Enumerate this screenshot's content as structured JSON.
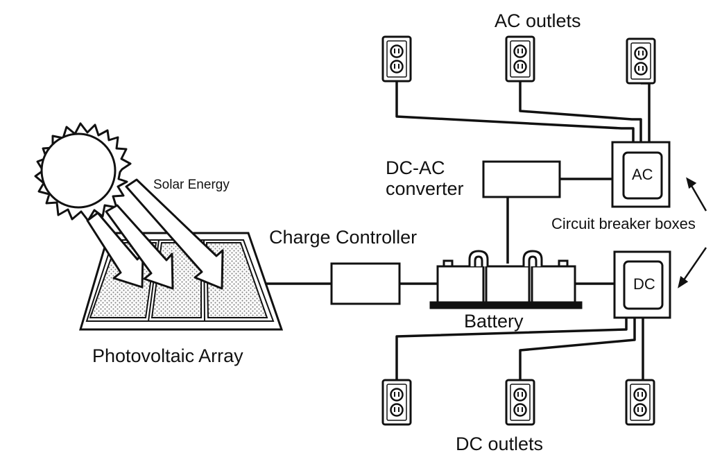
{
  "labels": {
    "ac_outlets": "AC outlets",
    "dc_outlets": "DC outlets",
    "dc_ac_converter_line1": "DC-AC",
    "dc_ac_converter_line2": "converter",
    "solar_energy": "Solar Energy",
    "charge_controller": "Charge Controller",
    "circuit_breaker_boxes": "Circuit breaker boxes",
    "battery": "Battery",
    "photovoltaic_array": "Photovoltaic Array",
    "ac_box": "AC",
    "dc_box": "DC"
  },
  "colors": {
    "ink": "#111111",
    "background": "#ffffff",
    "panel_texture": "#9a9a9a"
  },
  "icons": {
    "sun": "sun-icon",
    "outlet": "wall-outlet-icon",
    "battery": "battery-bank-icon",
    "pv_panel": "solar-panel-icon"
  }
}
